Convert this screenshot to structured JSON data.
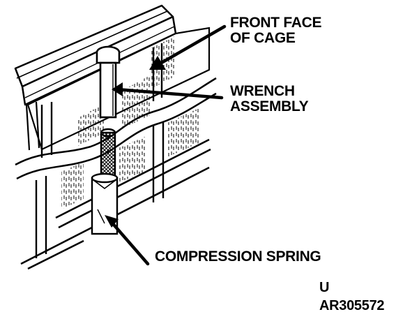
{
  "labels": {
    "front_face_line1": "FRONT FACE",
    "front_face_line2": "OF CAGE",
    "wrench_line1": "WRENCH",
    "wrench_line2": "ASSEMBLY",
    "compression_spring": "COMPRESSION SPRING",
    "code_line1": "U",
    "code_line2": "AR305572"
  },
  "colors": {
    "ink": "#000000",
    "background": "#ffffff"
  }
}
